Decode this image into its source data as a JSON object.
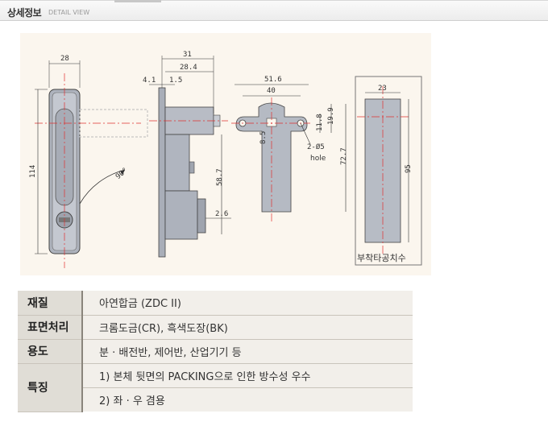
{
  "header": {
    "title": "상세정보",
    "subtitle": "DETAIL VIEW"
  },
  "drawing": {
    "dims": {
      "front_width": "28",
      "front_height": "114",
      "angle": "90°",
      "side_total": "31",
      "side_depth": "28.4",
      "side_flange": "4.1",
      "side_offset": "1.5",
      "side_height": "58.7",
      "side_bottom": "2.6",
      "bracket_width": "51.6",
      "bracket_pitch": "40",
      "bracket_h1": "11.8",
      "bracket_h2": "19.9",
      "bracket_h3": "72.7",
      "bracket_small": "8.5",
      "hole_spec": "2-Ø5",
      "hole_word": "hole",
      "cutout_width": "23",
      "cutout_height": "95"
    },
    "cutout_label": "부착타공치수"
  },
  "spec": {
    "rows": [
      {
        "key": "재질",
        "values": [
          "아연합금 (ZDC II)"
        ]
      },
      {
        "key": "표면처리",
        "values": [
          "크롬도금(CR), 흑색도장(BK)"
        ]
      },
      {
        "key": "용도",
        "values": [
          "분 · 배전반, 제어반, 산업기기 등"
        ]
      },
      {
        "key": "특징",
        "values": [
          "1) 본체 뒷면의 PACKING으로 인한 방수성 우수",
          "2) 좌 · 우 겸용"
        ]
      }
    ]
  }
}
